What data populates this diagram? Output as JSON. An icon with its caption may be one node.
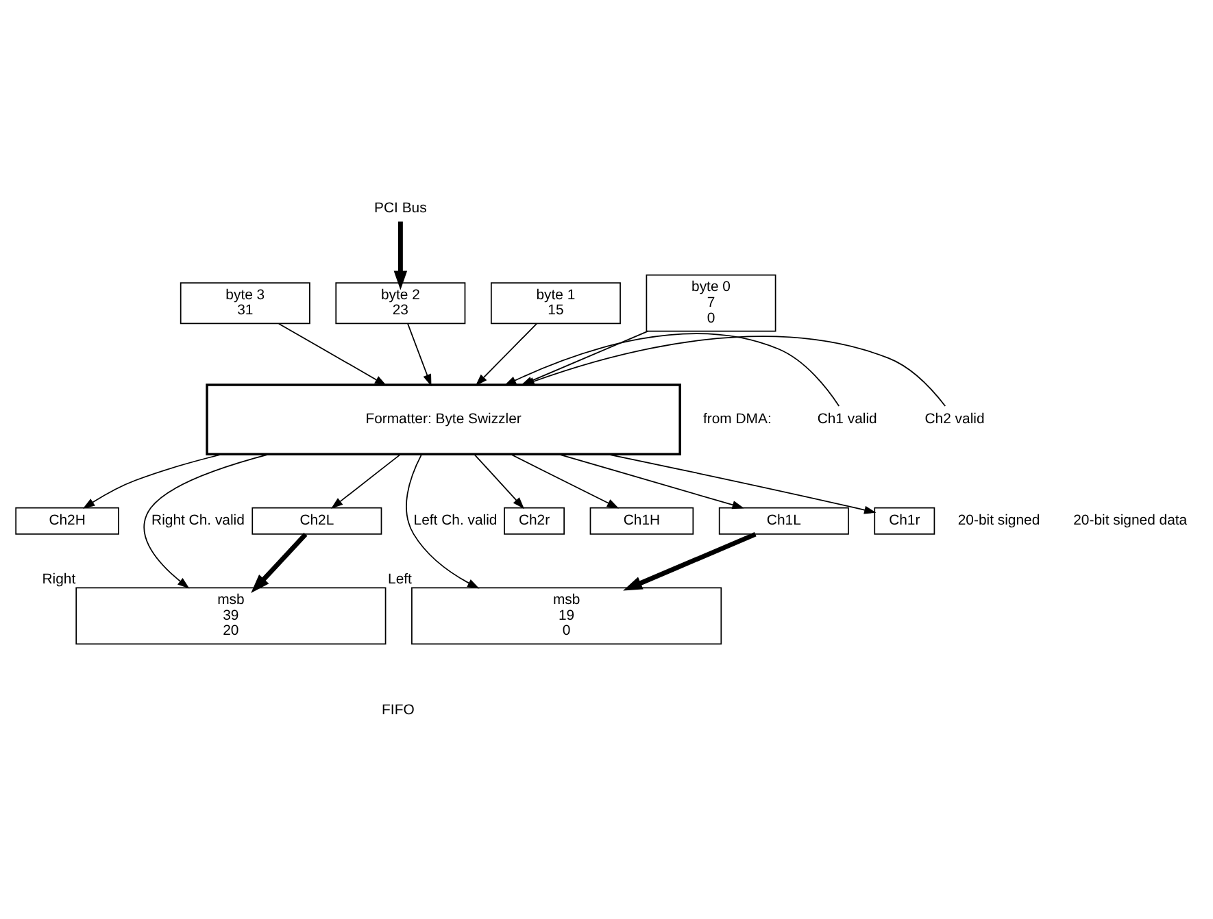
{
  "diagram": {
    "nodes": [
      {
        "text": [
          "PCI Bus"
        ]
      },
      {
        "text": [
          "byte 3",
          "31"
        ]
      },
      {
        "text": [
          "byte 2",
          "23"
        ]
      },
      {
        "text": [
          "byte 1",
          "15"
        ]
      },
      {
        "text": [
          "byte 0",
          "7",
          "0"
        ]
      },
      {
        "text": [
          "Formatter: Byte Swizzler"
        ]
      },
      {
        "text": [
          "Ch1 valid"
        ]
      },
      {
        "text": [
          "Ch2 valid"
        ]
      },
      {
        "text": [
          "Ch2H"
        ]
      },
      {
        "text": [
          "Ch2L"
        ]
      },
      {
        "text": [
          "Ch2r"
        ]
      },
      {
        "text": [
          "Ch1H"
        ]
      },
      {
        "text": [
          "Ch1L"
        ]
      },
      {
        "text": [
          "Ch1r"
        ]
      },
      {
        "text": [
          "msb",
          "39",
          "20"
        ],
        "beside": [
          "Right"
        ]
      },
      {
        "text": [
          "msb",
          "19",
          "0"
        ],
        "beside": [
          "Left"
        ]
      }
    ],
    "edges": [
      {
        "from": 0,
        "to": 2,
        "arrow": "to",
        "style": "thick"
      },
      {
        "from": 1,
        "to": 5,
        "arrow": "to"
      },
      {
        "from": 2,
        "to": 5,
        "arrow": "to"
      },
      {
        "from": 3,
        "to": 5,
        "arrow": "to"
      },
      {
        "from": 4,
        "to": 5,
        "arrow": "to"
      },
      {
        "from": 6,
        "to": 5,
        "arrow": "to"
      },
      {
        "from": 7,
        "to": 5,
        "arrow": "to"
      },
      {
        "from": 5,
        "to": 8,
        "arrow": "to"
      },
      {
        "from": 5,
        "to": 9,
        "arrow": "to"
      },
      {
        "from": 5,
        "to": 10,
        "arrow": "to"
      },
      {
        "from": 5,
        "to": 11,
        "arrow": "to"
      },
      {
        "from": 5,
        "to": 12,
        "arrow": "to"
      },
      {
        "from": 5,
        "to": 13,
        "arrow": "to"
      },
      {
        "from": 5,
        "to": 14,
        "arrow": "to",
        "label": "Right Ch. valid"
      },
      {
        "from": 5,
        "to": 15,
        "arrow": "to",
        "label": "Left Ch. valid"
      },
      {
        "from": 9,
        "to": 14,
        "arrow": "to",
        "style": "thick"
      },
      {
        "from": 12,
        "to": 15,
        "arrow": "to",
        "style": "thick"
      }
    ],
    "labels": [
      "from DMA:",
      "20-bit signed",
      "20-bit signed data",
      "FIFO"
    ]
  }
}
